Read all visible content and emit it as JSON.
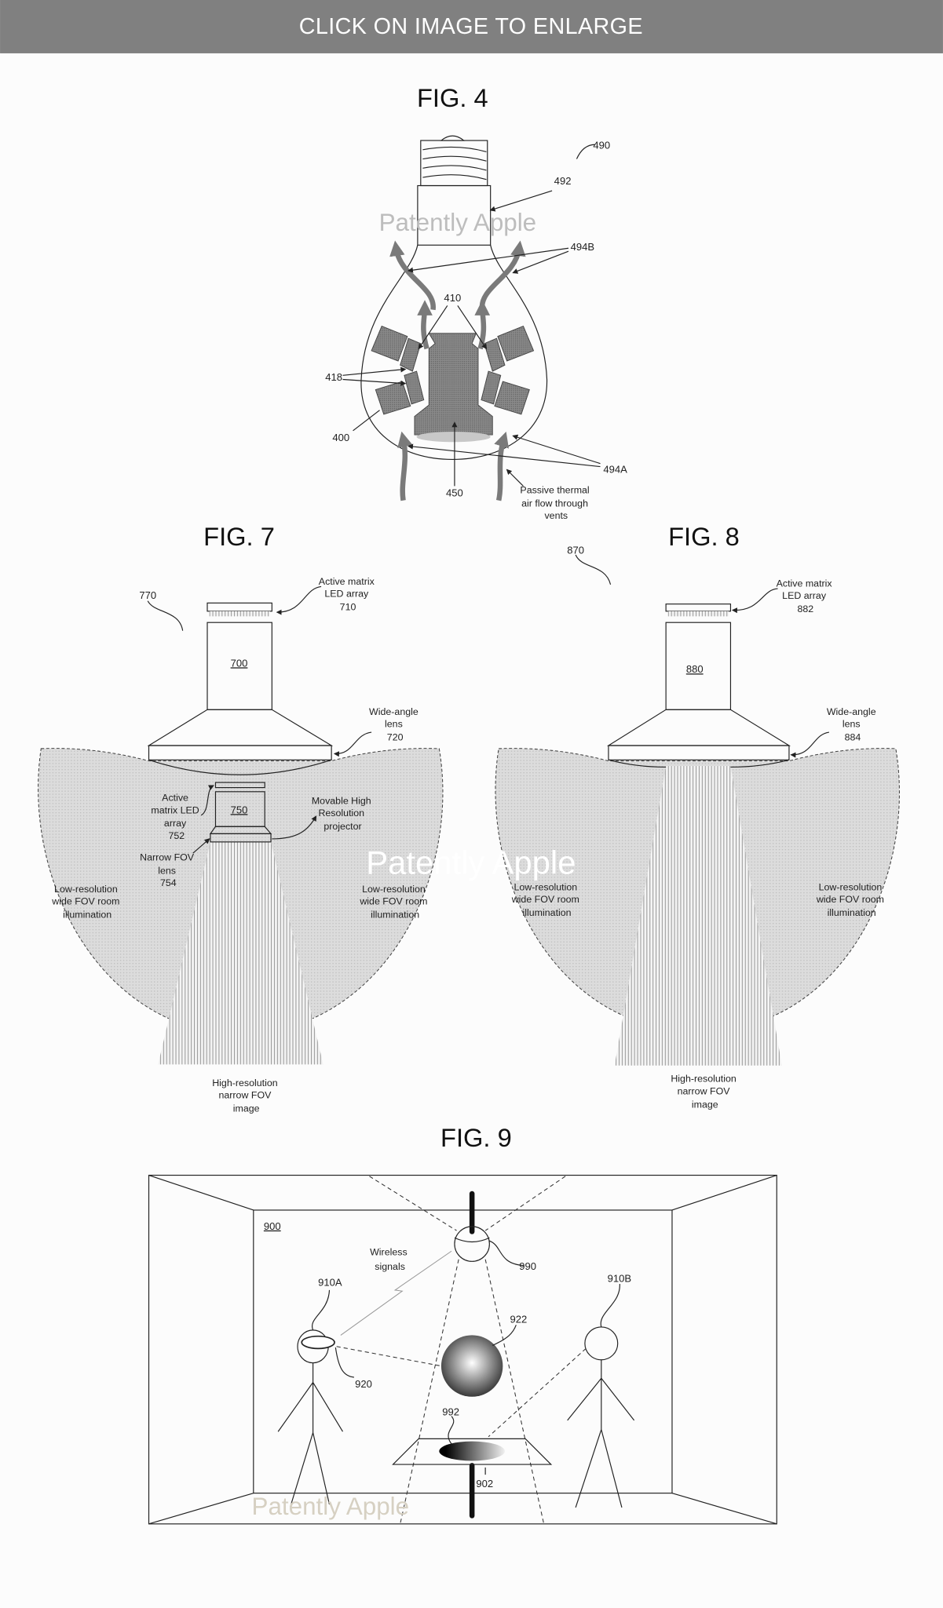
{
  "header": {
    "banner": "CLICK ON IMAGE TO ENLARGE",
    "color": "#808080"
  },
  "watermark": "Patently Apple",
  "fig4": {
    "title": "FIG. 4",
    "labels": {
      "n490": "490",
      "n492": "492",
      "n494B": "494B",
      "n410": "410",
      "n418": "418",
      "n400": "400",
      "n450": "450",
      "n494A": "494A"
    },
    "passive": [
      "Passive thermal",
      "air flow through",
      "vents"
    ]
  },
  "fig7": {
    "title": "FIG. 7",
    "ref": "770",
    "body": "700",
    "led_array": [
      "Active matrix",
      "LED array",
      "710"
    ],
    "wide_lens": [
      "Wide-angle",
      "lens",
      "720"
    ],
    "projector_body": "750",
    "small_led": [
      "Active",
      "matrix LED",
      "array",
      "752"
    ],
    "narrow_lens": [
      "Narrow FOV",
      "lens",
      "754"
    ],
    "projector": [
      "Movable High",
      "Resolution",
      "projector"
    ],
    "low_res": [
      "Low-resolution",
      "wide FOV room",
      "illumination"
    ],
    "high_res": [
      "High-resolution",
      "narrow FOV",
      "image"
    ]
  },
  "fig8": {
    "title": "FIG. 8",
    "ref": "870",
    "body": "880",
    "led_array": [
      "Active matrix",
      "LED array",
      "882"
    ],
    "wide_lens": [
      "Wide-angle",
      "lens",
      "884"
    ],
    "low_res": [
      "Low-resolution",
      "wide FOV room",
      "illumination"
    ],
    "high_res": [
      "High-resolution",
      "narrow FOV",
      "image"
    ]
  },
  "fig9": {
    "title": "FIG. 9",
    "room": "900",
    "device": "990",
    "wireless": [
      "Wireless",
      "signals"
    ],
    "person_a": "910A",
    "person_b": "910B",
    "headset": "920",
    "hologram": "922",
    "table_image": "992",
    "table": "902"
  }
}
